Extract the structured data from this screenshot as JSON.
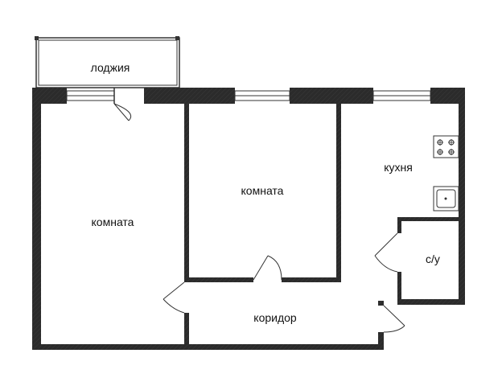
{
  "rooms": {
    "loggia": "лоджия",
    "room_left": "комната",
    "room_center": "комната",
    "kitchen": "кухня",
    "bathroom": "с/у",
    "corridor": "коридор"
  },
  "fixtures": {
    "stove": "stove-icon",
    "sink": "sink-icon"
  },
  "colors": {
    "wall": "#2b2b2b",
    "window": "#ffffff",
    "thin_line": "#333333"
  }
}
